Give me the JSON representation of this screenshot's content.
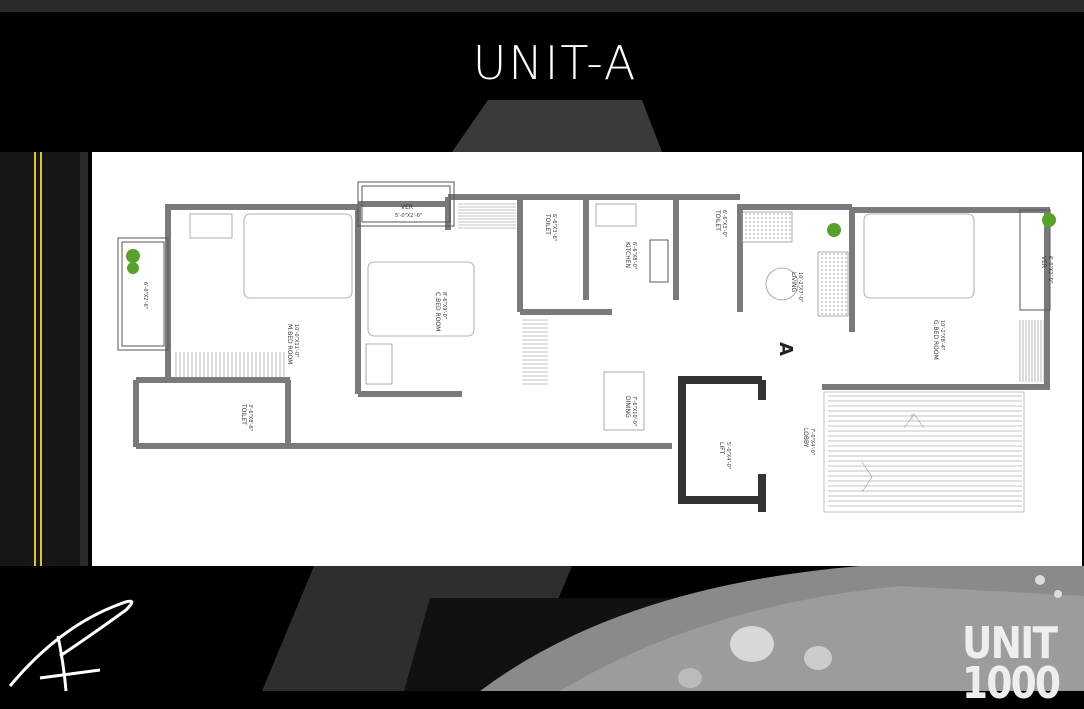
{
  "page": {
    "title": "UNIT-A"
  },
  "plan": {
    "unit_marker": "A",
    "rooms": [
      {
        "name": "VER",
        "size": "5'-0\"X2'-0\""
      },
      {
        "name": "M.BED ROOM",
        "size": "10'-0\"X11'-0\""
      },
      {
        "name": "VER",
        "size": "6'-0\"X2'-6\""
      },
      {
        "name": "C.BED ROOM",
        "size": "8'-6\"X9'-0\""
      },
      {
        "name": "TOILET",
        "size": "6'-6\"X3'-6\""
      },
      {
        "name": "KITCHEN",
        "size": "6'-6\"X8'-0\""
      },
      {
        "name": "TOILET",
        "size": "6'-6\"X3'-0\""
      },
      {
        "name": "LIVING",
        "size": "10'-2\"X7'-0\""
      },
      {
        "name": "G.BED ROOM",
        "size": "10'-2\"X8'-4\""
      },
      {
        "name": "VER",
        "size": "6'-0\"X2'-0\""
      },
      {
        "name": "TOILET",
        "size": "3'-6\"X8'-6\""
      },
      {
        "name": "DINING",
        "size": "7'-6\"X10'-0\""
      },
      {
        "name": "LIFT",
        "size": "5'-0\"X4'-0\""
      },
      {
        "name": "LOBBY",
        "size": "7'-0\"X4'-0\""
      }
    ]
  },
  "brand": {
    "text": "UNIT",
    "text2": "1000"
  },
  "colors": {
    "background": "#000000",
    "wall": "#7a7a7a",
    "plan_bg": "#ffffff",
    "road_line": "#d8c830"
  }
}
